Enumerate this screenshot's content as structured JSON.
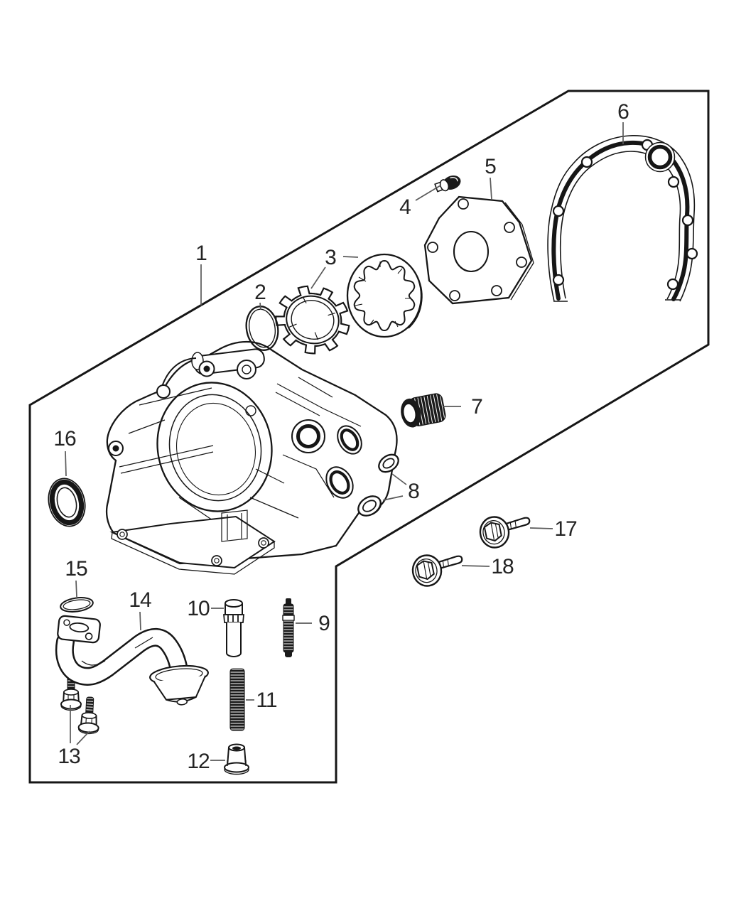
{
  "diagram": {
    "kind": "exploded-parts-diagram",
    "callouts": [
      {
        "id": "1",
        "label": "1"
      },
      {
        "id": "2",
        "label": "2"
      },
      {
        "id": "3",
        "label": "3"
      },
      {
        "id": "4",
        "label": "4"
      },
      {
        "id": "5",
        "label": "5"
      },
      {
        "id": "6",
        "label": "6"
      },
      {
        "id": "7",
        "label": "7"
      },
      {
        "id": "8",
        "label": "8"
      },
      {
        "id": "9",
        "label": "9"
      },
      {
        "id": "10",
        "label": "10"
      },
      {
        "id": "11",
        "label": "11"
      },
      {
        "id": "12",
        "label": "12"
      },
      {
        "id": "13",
        "label": "13"
      },
      {
        "id": "14",
        "label": "14"
      },
      {
        "id": "15",
        "label": "15"
      },
      {
        "id": "16",
        "label": "16"
      },
      {
        "id": "17",
        "label": "17"
      },
      {
        "id": "18",
        "label": "18"
      }
    ]
  },
  "colors": {
    "line": "#161616",
    "leader": "#5a5a5a",
    "background": "#ffffff"
  }
}
